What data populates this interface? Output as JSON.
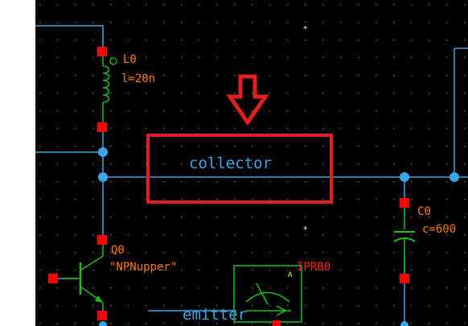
{
  "colors": {
    "wire": "#3aa6e6",
    "pin": "#ff0000",
    "device": "#18c018",
    "label_orange": "#ff7a00",
    "label_red": "#ff2020",
    "net_label": "#3aa6e6",
    "highlight": "#e02020",
    "grid": "#5a5a5a",
    "background": "#000000"
  },
  "components": {
    "inductor": {
      "name": "L0",
      "param": "l=20n"
    },
    "capacitor": {
      "name": "C0",
      "param": "c=600"
    },
    "transistor": {
      "name": "Q0",
      "model": "\"NPNupper\""
    },
    "probe": {
      "name": "IPRB0",
      "symbol": "A"
    }
  },
  "nets": {
    "collector": "collector",
    "emitter": "emitter"
  },
  "annotations": {
    "arrow_icon": "down-arrow-outline",
    "highlight_box": "red-rectangle"
  }
}
